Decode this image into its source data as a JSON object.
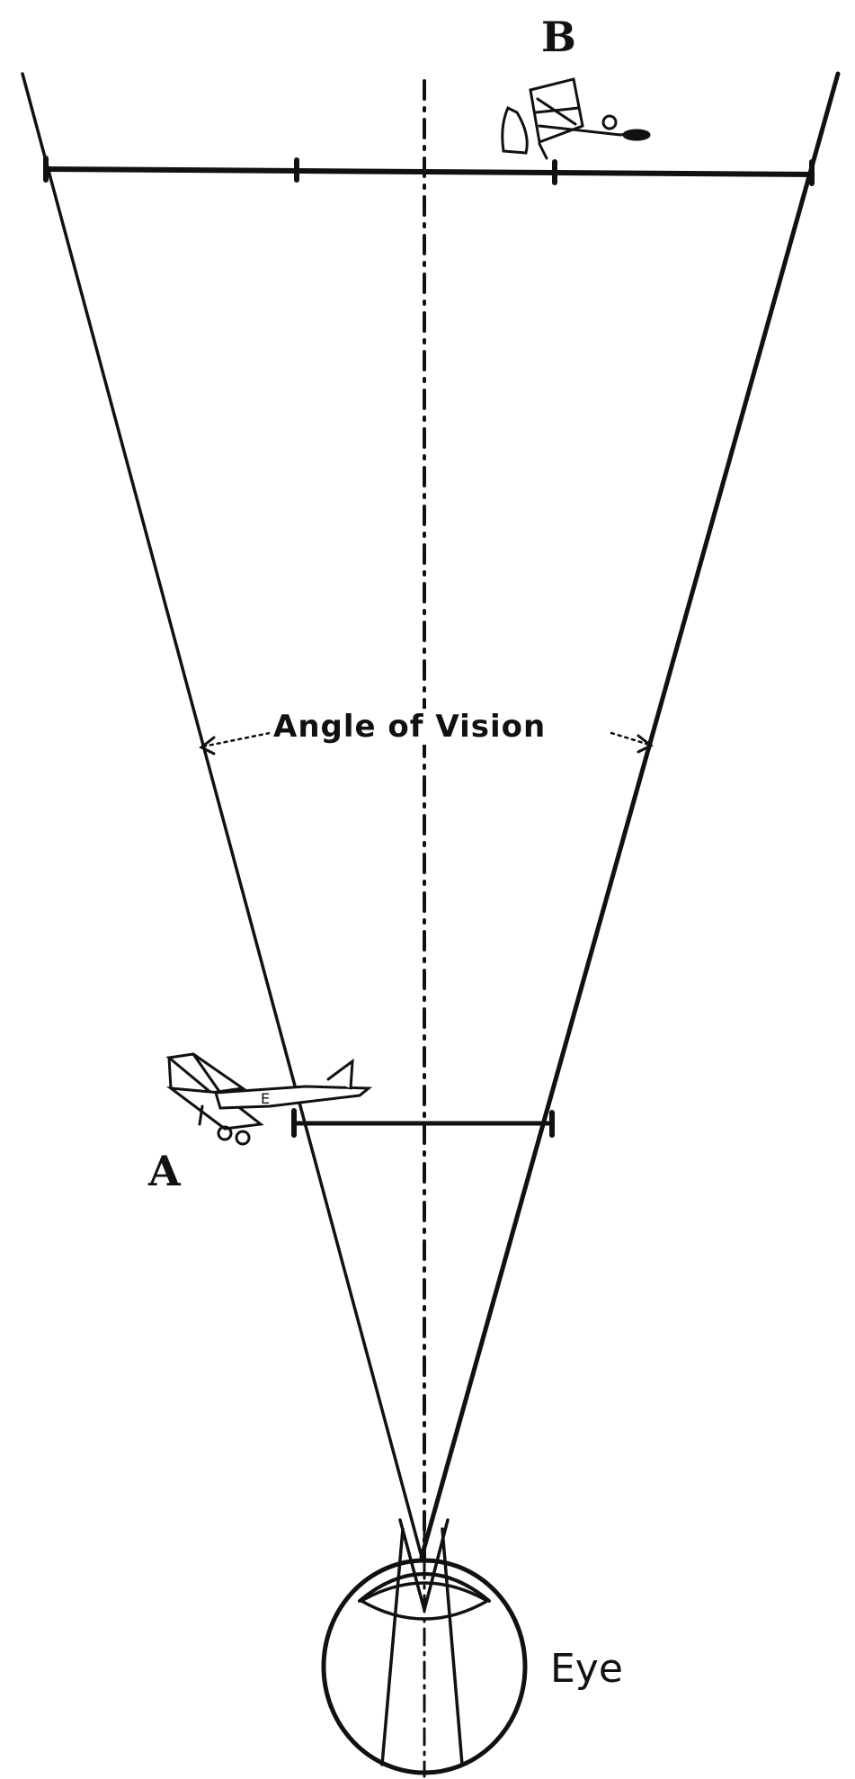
{
  "labels": {
    "plane_b": "B",
    "plane_a": "A",
    "angle": "Angle of Vision",
    "eye": "Eye"
  },
  "colors": {
    "ink": "#111111",
    "paper": "#ffffff"
  }
}
